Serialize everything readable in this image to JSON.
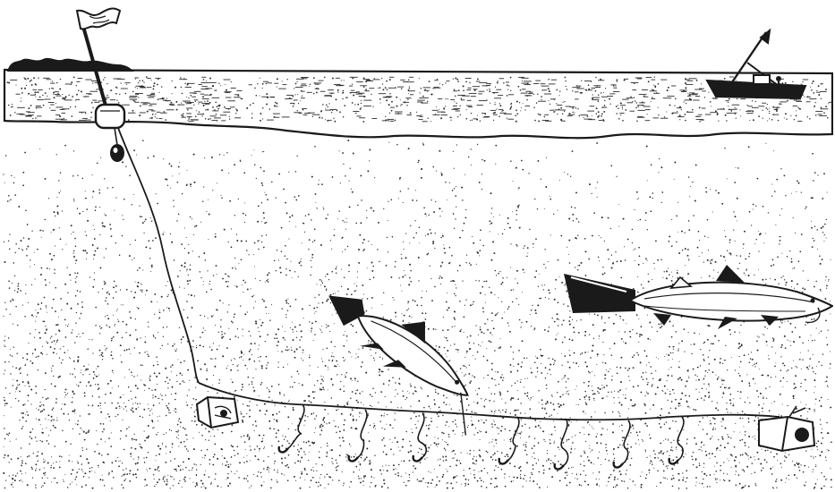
{
  "scene": {
    "kind": "pen-and-ink illustration",
    "colors": {
      "ink": "#1a1a1a",
      "paper": "#ffffff",
      "stipple": "#2b2b2b"
    },
    "elements": [
      "marker-flag",
      "float-buoy",
      "anchor-weight",
      "shoreline-trees",
      "water-surface-band",
      "fishing-boat",
      "downline",
      "ground-line",
      "anchor-box-left",
      "anchor-box-right",
      "hooked-droppers",
      "diving-fish",
      "swimming-fish"
    ],
    "hook_count": 7
  }
}
